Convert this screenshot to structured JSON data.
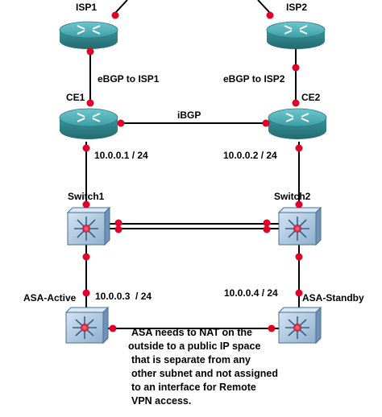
{
  "devices": {
    "isp1": {
      "label": "ISP1",
      "kind": "router"
    },
    "isp2": {
      "label": "ISP2",
      "kind": "router"
    },
    "ce1": {
      "label": "CE1",
      "kind": "router"
    },
    "ce2": {
      "label": "CE2",
      "kind": "router"
    },
    "switch1": {
      "label": "Switch1",
      "kind": "multilayer-switch"
    },
    "switch2": {
      "label": "Switch2",
      "kind": "multilayer-switch"
    },
    "asa_active": {
      "label": "ASA-Active",
      "kind": "firewall"
    },
    "asa_standby": {
      "label": "ASA-Standby",
      "kind": "firewall"
    }
  },
  "links": {
    "isp1_ce1": "eBGP to ISP1",
    "isp2_ce2": "eBGP to ISP2",
    "ce1_ce2": "iBGP",
    "ce1_switch1": "10.0.0.1 / 24",
    "ce2_switch2": "10.0.0.2 / 24",
    "switch1_asa": "10.0.0.3  / 24",
    "switch2_asa": "10.0.0.4 / 24"
  },
  "note": {
    "lines": [
      "ASA needs to NAT on the",
      "outside to a public IP space",
      "that is separate from any",
      "other subnet and not assigned",
      "to an interface for Remote",
      "VPN access."
    ]
  },
  "colors": {
    "router_top": "#4fb1b9",
    "router_side": "#2f8289",
    "switch_face": "#a9c4dc",
    "switch_edge": "#4a6f93",
    "port_dot": "#e0002a",
    "link": "#000000"
  }
}
